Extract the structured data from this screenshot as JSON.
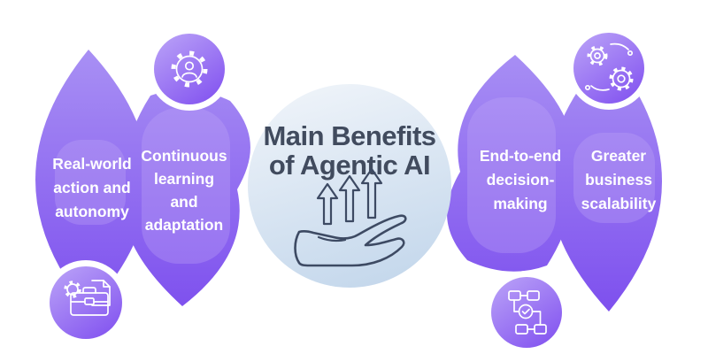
{
  "center": {
    "title_line1": "Main Benefits",
    "title_line2": "of Agentic AI",
    "icon": "hand-with-growth-arrows-icon"
  },
  "petals": [
    {
      "id": "real-world-action",
      "icon": "briefcase-gear-document-icon",
      "icon_position": "bottom",
      "lines": [
        "Real-world",
        "action and",
        "autonomy"
      ]
    },
    {
      "id": "continuous-learning",
      "icon": "person-in-gear-icon",
      "icon_position": "top",
      "lines": [
        "Continuous",
        "learning",
        "and",
        "adaptation"
      ]
    },
    {
      "id": "end-to-end-decision",
      "icon": "flowchart-check-icon",
      "icon_position": "bottom",
      "lines": [
        "End-to-end",
        "decision-",
        "making"
      ]
    },
    {
      "id": "greater-scalability",
      "icon": "connected-gears-icon",
      "icon_position": "top",
      "lines": [
        "Greater",
        "business",
        "scalability"
      ]
    }
  ],
  "colors": {
    "background": "#ffffff",
    "petal-top": "#a991f4",
    "petal-bottom": "#7d4fee",
    "blob": "#c2a8f7",
    "badge-light": "#b9a1f7",
    "badge-dark": "#8455f0",
    "center-top": "#eef3f9",
    "center-bottom": "#c5d8ec",
    "title": "#414b5e",
    "icon-stroke": "#3d4a63",
    "icon-white": "#ffffff",
    "petal-text": "#ffffff",
    "ring": "#ffffff"
  }
}
